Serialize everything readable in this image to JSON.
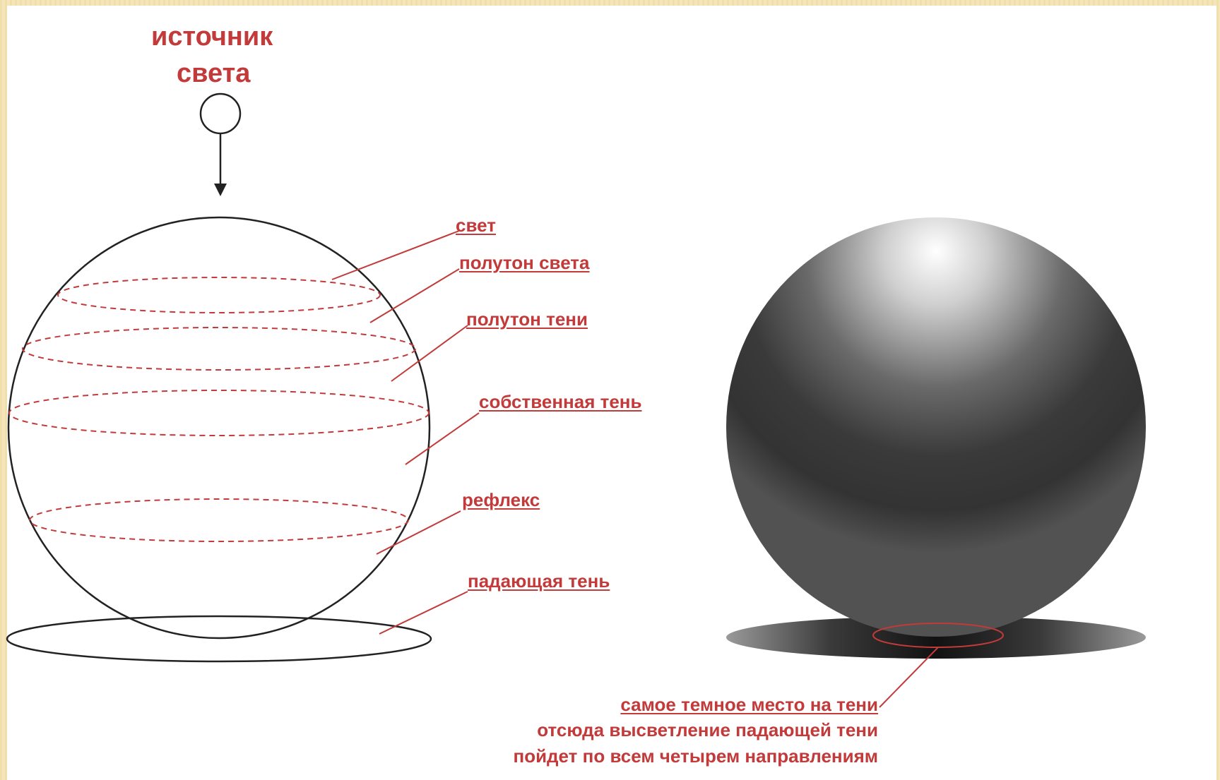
{
  "source_label": {
    "line1": "источник",
    "line2": "света"
  },
  "zone_labels": [
    "свет",
    "полутон света",
    "полутон тени",
    "собственная тень",
    "рефлекс",
    "падающая тень"
  ],
  "caption": {
    "line1": "самое темное место на тени",
    "line2": "отсюда высветление падающей тени",
    "line3": "пойдет по всем четырем направлениям"
  },
  "colors": {
    "annotation": "#c23a3a",
    "outline": "#222222",
    "frame": "#f3e4b8"
  }
}
